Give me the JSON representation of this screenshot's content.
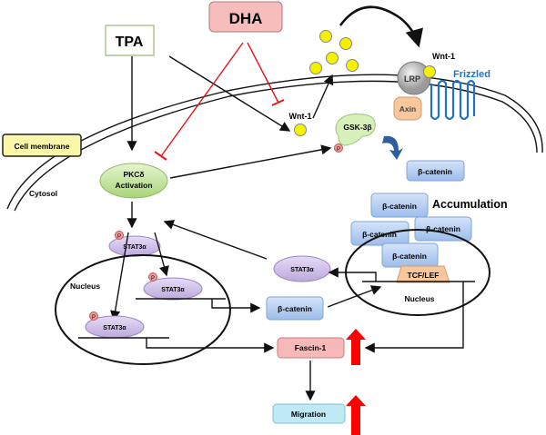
{
  "labels": {
    "dha": "DHA",
    "tpa": "TPA",
    "wnt1_free": "Wnt-1",
    "wnt1_bound": "Wnt-1",
    "lrp": "LRP",
    "frizzled": "Frizzled",
    "axin": "Axin",
    "cell_membrane": "Cell membrane",
    "cytosol": "Cytosol",
    "pkc_line1": "PKCδ",
    "pkc_line2": "Activation",
    "gsk3b": "GSK-3β",
    "phospho": "P",
    "beta_catenin": "β-catenin",
    "accumulation": "Accumulation",
    "stat3a": "STAT3α",
    "nucleus": "Nucleus",
    "tcf_lef": "TCF/LEF",
    "fascin1": "Fascin-1",
    "migration": "Migration"
  },
  "colors": {
    "inhibition": "#e8141b",
    "upregulation": "#ff0000",
    "wnt": "#f5f000",
    "frizzled": "#1e73c8",
    "stat3": "#c9b6e6",
    "beta_catenin": "#a9c6f0",
    "fascin": "#f6b8b8",
    "migration": "#bfeaf5",
    "pkc": "#b9df8c",
    "dha_box": "#f7bcbc"
  }
}
